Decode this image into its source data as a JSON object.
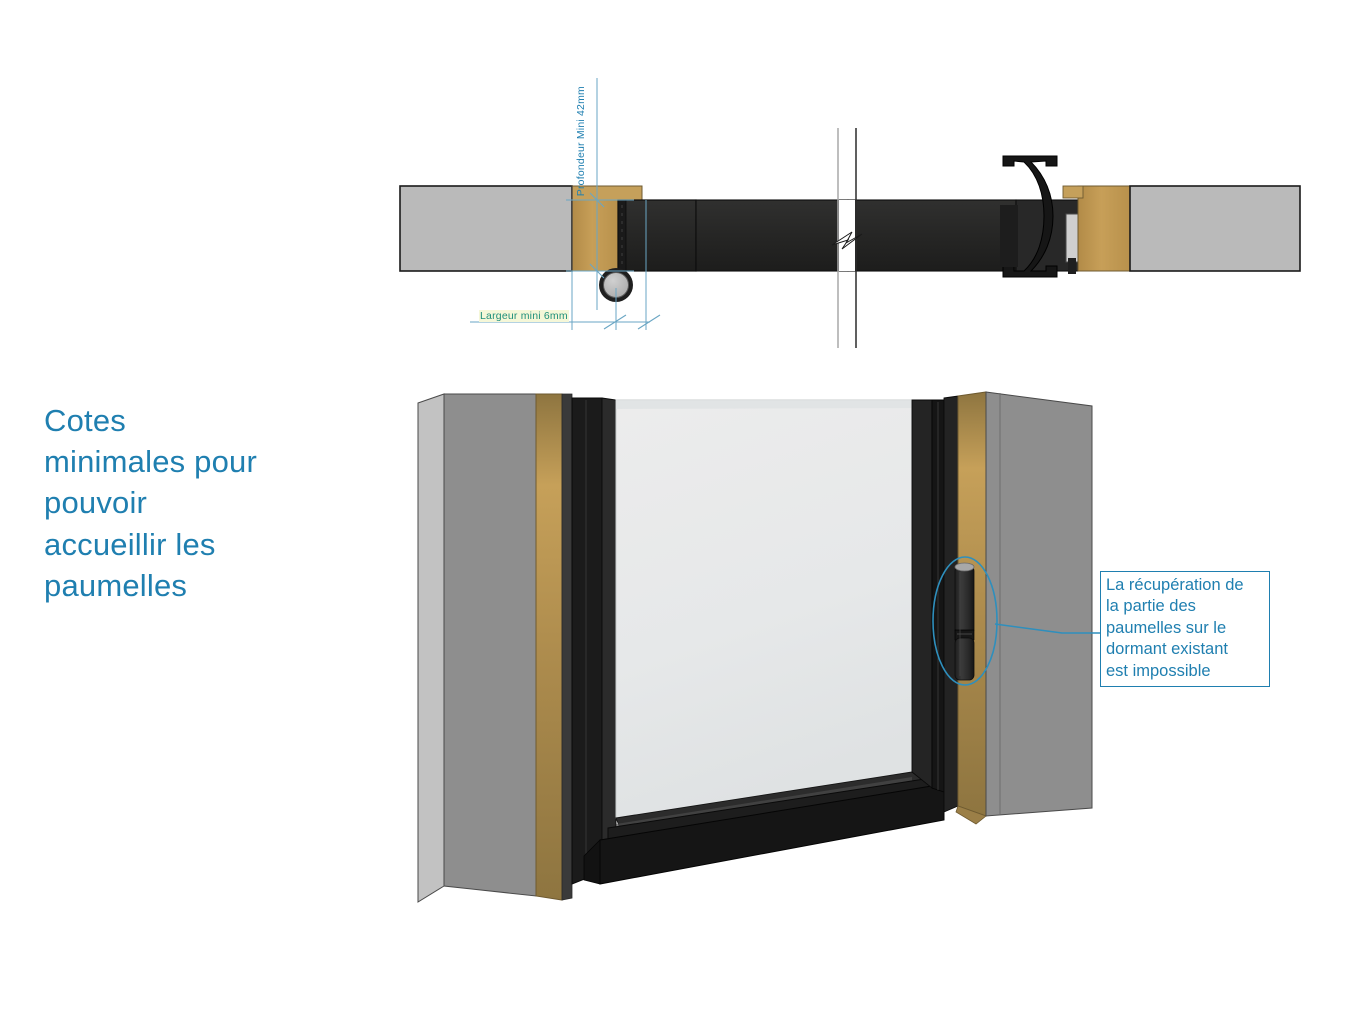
{
  "sheet": {
    "title_text": "Cotes\nminimales pour\npouvoir\naccueillir les\npaumelles",
    "title_color": "#1f7fb0"
  },
  "note": {
    "text": "La récupération de\nla partie des\npaumelles sur le\ndormant existant\nest impossible",
    "border_color": "#1f7fb0",
    "text_color": "#1f7fb0"
  },
  "dimensions": {
    "depth": {
      "label": "Profondeur Mini 42mm",
      "value": 42,
      "unit": "mm",
      "orientation": "vertical",
      "color": "#1f7fb0"
    },
    "width": {
      "label": "Largeur mini 6mm",
      "value": 6,
      "unit": "mm",
      "orientation": "horizontal",
      "color": "#1f8f7a",
      "highlight_color": "#f5f7d8"
    }
  },
  "palette": {
    "wall_grey_light": "#bababa",
    "wall_grey_mid": "#8e8e8e",
    "wall_grey_edge": "#a8a8a8",
    "wood_tan": "#c19a54",
    "wood_tan_dark": "#8a7442",
    "wood_tan_light": "#cbab68",
    "frame_black": "#262626",
    "frame_black_dark": "#111111",
    "frame_black_soft": "#333333",
    "glass": "#e8eaeb",
    "glass_edge": "#d6d9da",
    "hinge_grey": "#b6b6b6",
    "annotation_blue": "#1f7fb0",
    "annotation_green": "#1f8f7a",
    "outline": "#1a1a1a"
  },
  "views": {
    "plan": {
      "name": "Vue en plan - detail paumelle",
      "elements": [
        "mur gauche",
        "dormant bois gauche",
        "profil aluminium noir",
        "paumelle (cercle)",
        "ligne de rupture",
        "profil poignee en C",
        "dormant bois droit",
        "mur droit"
      ]
    },
    "perspective": {
      "name": "Vue en perspective - baie vitree",
      "elements": [
        "jambage gauche",
        "dormant bois gauche",
        "cadre noir",
        "vitrage",
        "seuil bas",
        "dormant bois droit",
        "paumelle",
        "ellipse de reperage",
        "jambage droit"
      ]
    }
  },
  "break_line": {
    "name": "ligne de rupture",
    "symbol": "zigzag"
  }
}
